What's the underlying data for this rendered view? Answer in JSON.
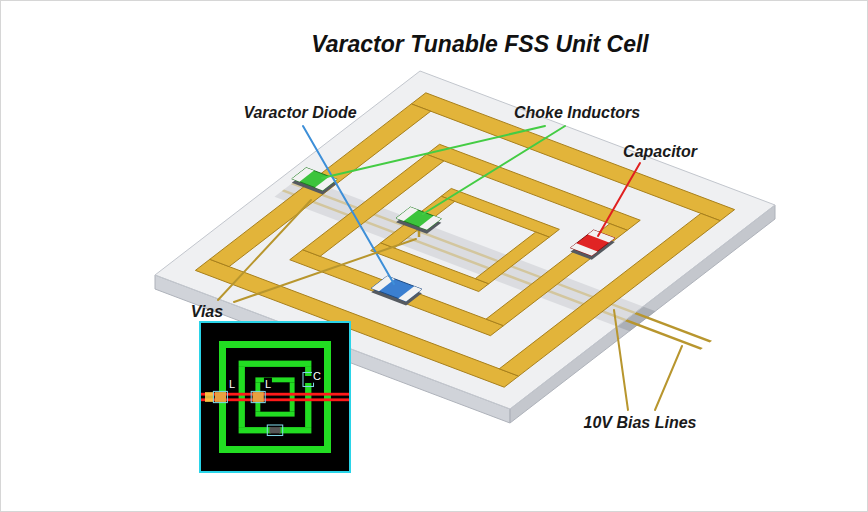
{
  "diagram": {
    "title": "Varactor Tunable FSS Unit Cell",
    "labels": [
      "Varactor Diode",
      "Choke Inductors",
      "Capacitor",
      "Vias",
      "10V Bias Lines",
      "C",
      "L",
      "L"
    ]
  }
}
